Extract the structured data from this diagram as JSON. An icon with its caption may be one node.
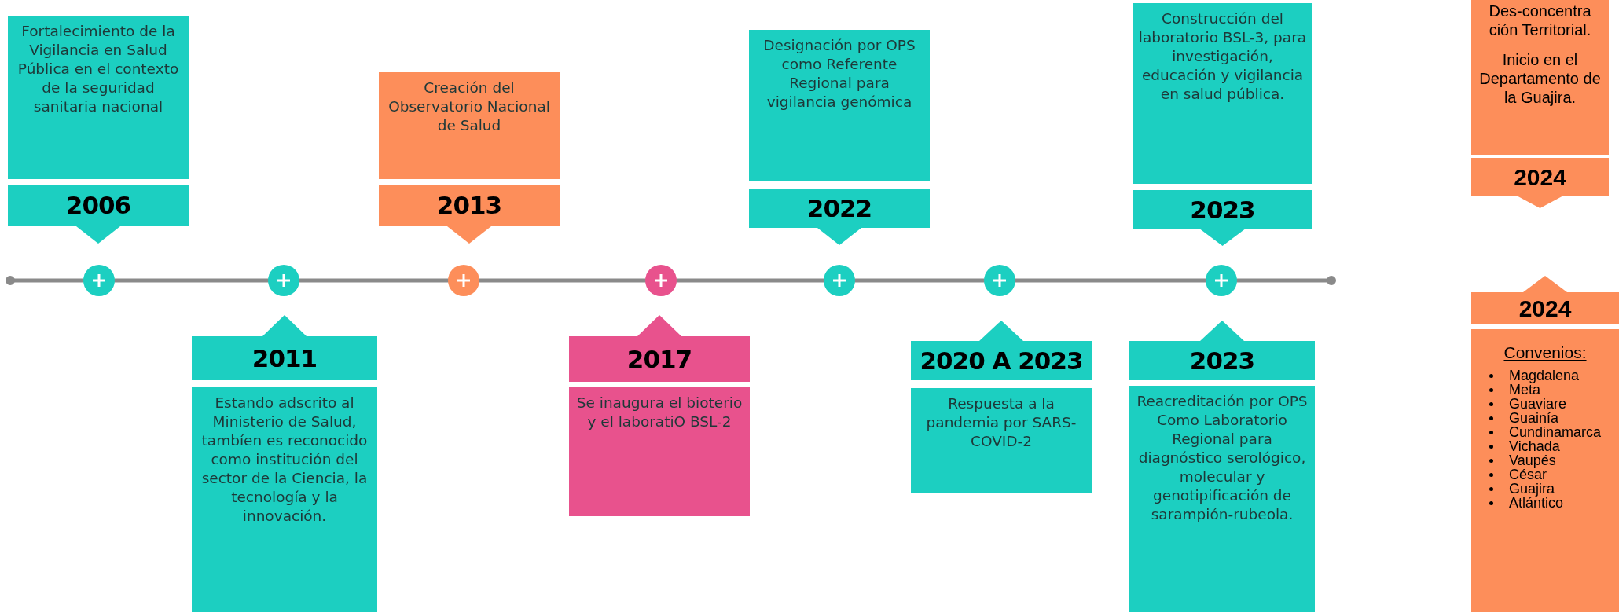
{
  "diagram": {
    "nodes": [
      {
        "text": [
          "Fortalecimiento de la Vigilancia en Salud Pública en el contexto de la seguridad sanitaria nacional",
          "2006"
        ]
      },
      {
        "text": [
          "2011",
          "Estando adscrito al Ministerio de Salud, tambíen es reconocido como institución del sector de la Ciencia, la tecnología y la innovación."
        ]
      },
      {
        "text": [
          "Creación del Observatorio Nacional de Salud",
          "2013"
        ]
      },
      {
        "text": [
          "2017",
          "Se inaugura el bioterio y el laboratiO BSL-2"
        ]
      },
      {
        "text": [
          "Designación por OPS como Referente Regional para vigilancia genómica",
          "2022"
        ]
      },
      {
        "text": [
          "2020 A 2023",
          "Respuesta a la pandemia por SARS-COVID-2"
        ]
      },
      {
        "text": [
          "Construcción del laboratorio BSL-3, para investigación, educación y vigilancia en salud pública.",
          "2023"
        ]
      },
      {
        "text": [
          "2023",
          "Reacreditación por OPS Como Laboratorio Regional para diagnóstico serológico, molecular y genotipificación de sarampión-rubeola."
        ]
      },
      {
        "text": [
          "Des-concentra ción Territorial.",
          "Inicio en el Departamento de la Guajira.",
          "2024"
        ]
      },
      {
        "text": [
          "2024",
          "Convenios:",
          "Magdalena",
          "Meta",
          "Guaviare",
          "Guainía",
          "Cundinamarca",
          "Vichada",
          "Vaupés",
          "César",
          "Guajira",
          "Atlántico"
        ]
      }
    ]
  }
}
